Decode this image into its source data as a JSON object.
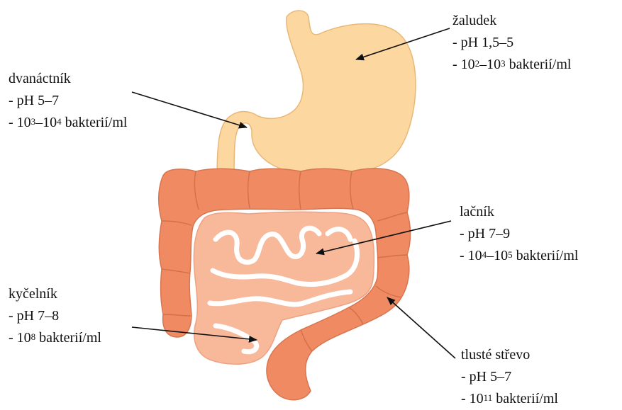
{
  "colors": {
    "stomach": "#fcd7a0",
    "colon": "#f08a62",
    "small_intestine": "#f8b89a",
    "outline": "#cf7a52",
    "arrow": "#111111"
  },
  "labels": {
    "stomach": {
      "name": "žaludek",
      "ph": "- pH 1,5–5",
      "bacteria": {
        "prefix": "- 10",
        "exp1": "2",
        "mid": "–10",
        "exp2": "3",
        "suffix": " bakterií/ml"
      }
    },
    "duodenum": {
      "name": "dvanáctník",
      "ph": "- pH 5–7",
      "bacteria": {
        "prefix": "- 10",
        "exp1": "3",
        "mid": "–10",
        "exp2": "4",
        "suffix": " bakterií/ml"
      }
    },
    "jejunum": {
      "name": "lačník",
      "ph": "- pH 7–9",
      "bacteria": {
        "prefix": "- 10",
        "exp1": "4",
        "mid": "–10",
        "exp2": "5",
        "suffix": " bakterií/ml"
      }
    },
    "ileum": {
      "name": "kyčelník",
      "ph": "- pH 7–8",
      "bacteria": {
        "prefix": "- 10",
        "exp1": "8",
        "suffix": " bakterií/ml"
      }
    },
    "colon": {
      "name": "tlusté střevo",
      "ph": "- pH 5–7",
      "bacteria": {
        "prefix": "- 10",
        "exp1": "11",
        "suffix": " bakterií/ml"
      }
    }
  }
}
